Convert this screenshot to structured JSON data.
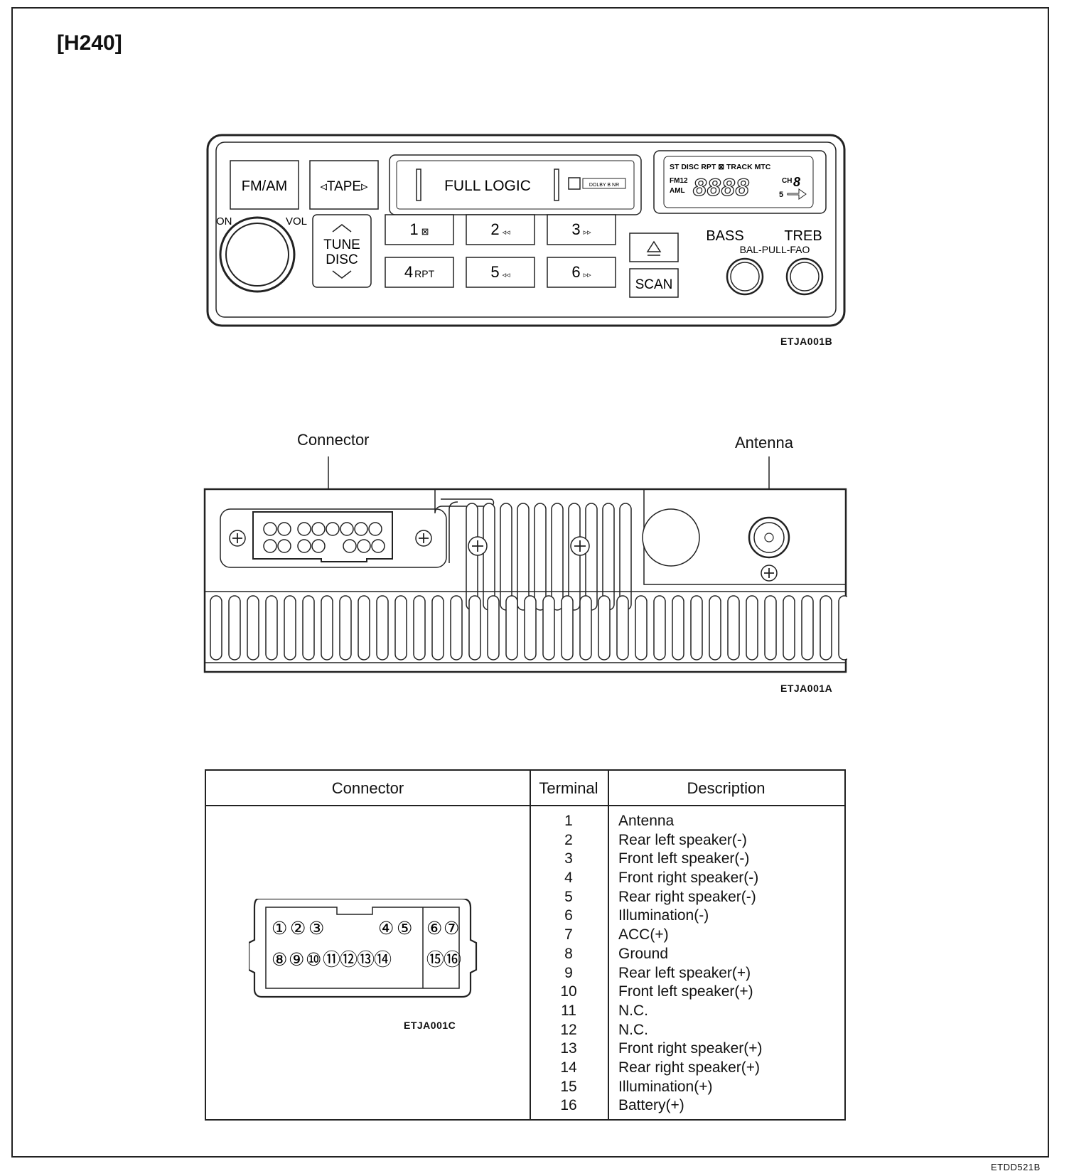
{
  "model": "[H240]",
  "front_panel": {
    "fm_am": "FM/AM",
    "tape": "◃TAPE▹",
    "full_logic": "FULL LOGIC",
    "dolby": "DOLBY B NR",
    "display_top": "ST DISC RPT ⊠ TRACK MTC",
    "display_fm12": "FM12",
    "display_aml": "AML",
    "display_digits": "8888",
    "display_ch": "CH",
    "display_ch_digit": "8",
    "display_5": "5",
    "on": "ON",
    "vol": "VOL",
    "tune": "TUNE",
    "disc": "DISC",
    "presets": [
      {
        "num": "1",
        "sym": "⊠"
      },
      {
        "num": "2",
        "sym": "◃◃"
      },
      {
        "num": "3",
        "sym": "▹▹"
      },
      {
        "num": "4",
        "sym": "RPT"
      },
      {
        "num": "5",
        "sym": "◃◃"
      },
      {
        "num": "6",
        "sym": "▹▹"
      }
    ],
    "eject": "⏏",
    "scan": "SCAN",
    "bass": "BASS",
    "treb": "TREB",
    "bal_fad": "BAL-PULL-FAO",
    "code": "ETJA001B"
  },
  "rear_panel": {
    "connector_label": "Connector",
    "antenna_label": "Antenna",
    "code": "ETJA001A"
  },
  "table": {
    "headers": [
      "Connector",
      "Terminal",
      "Description"
    ],
    "pins_top": [
      "①",
      "②",
      "③",
      "④",
      "⑤",
      "⑥",
      "⑦"
    ],
    "pins_bottom": [
      "⑧",
      "⑨",
      "⑩",
      "⑪",
      "⑫",
      "⑬",
      "⑭",
      "⑮",
      "⑯"
    ],
    "connector_code": "ETJA001C",
    "rows": [
      {
        "terminal": "1",
        "description": "Antenna"
      },
      {
        "terminal": "2",
        "description": "Rear left speaker(-)"
      },
      {
        "terminal": "3",
        "description": "Front left speaker(-)"
      },
      {
        "terminal": "4",
        "description": "Front right speaker(-)"
      },
      {
        "terminal": "5",
        "description": "Rear right speaker(-)"
      },
      {
        "terminal": "6",
        "description": "Illumination(-)"
      },
      {
        "terminal": "7",
        "description": "ACC(+)"
      },
      {
        "terminal": "8",
        "description": "Ground"
      },
      {
        "terminal": "9",
        "description": "Rear left speaker(+)"
      },
      {
        "terminal": "10",
        "description": "Front left speaker(+)"
      },
      {
        "terminal": "11",
        "description": "N.C."
      },
      {
        "terminal": "12",
        "description": "N.C."
      },
      {
        "terminal": "13",
        "description": "Front right speaker(+)"
      },
      {
        "terminal": "14",
        "description": "Rear right speaker(+)"
      },
      {
        "terminal": "15",
        "description": "Illumination(+)"
      },
      {
        "terminal": "16",
        "description": "Battery(+)"
      }
    ]
  },
  "page_code": "ETDD521B"
}
